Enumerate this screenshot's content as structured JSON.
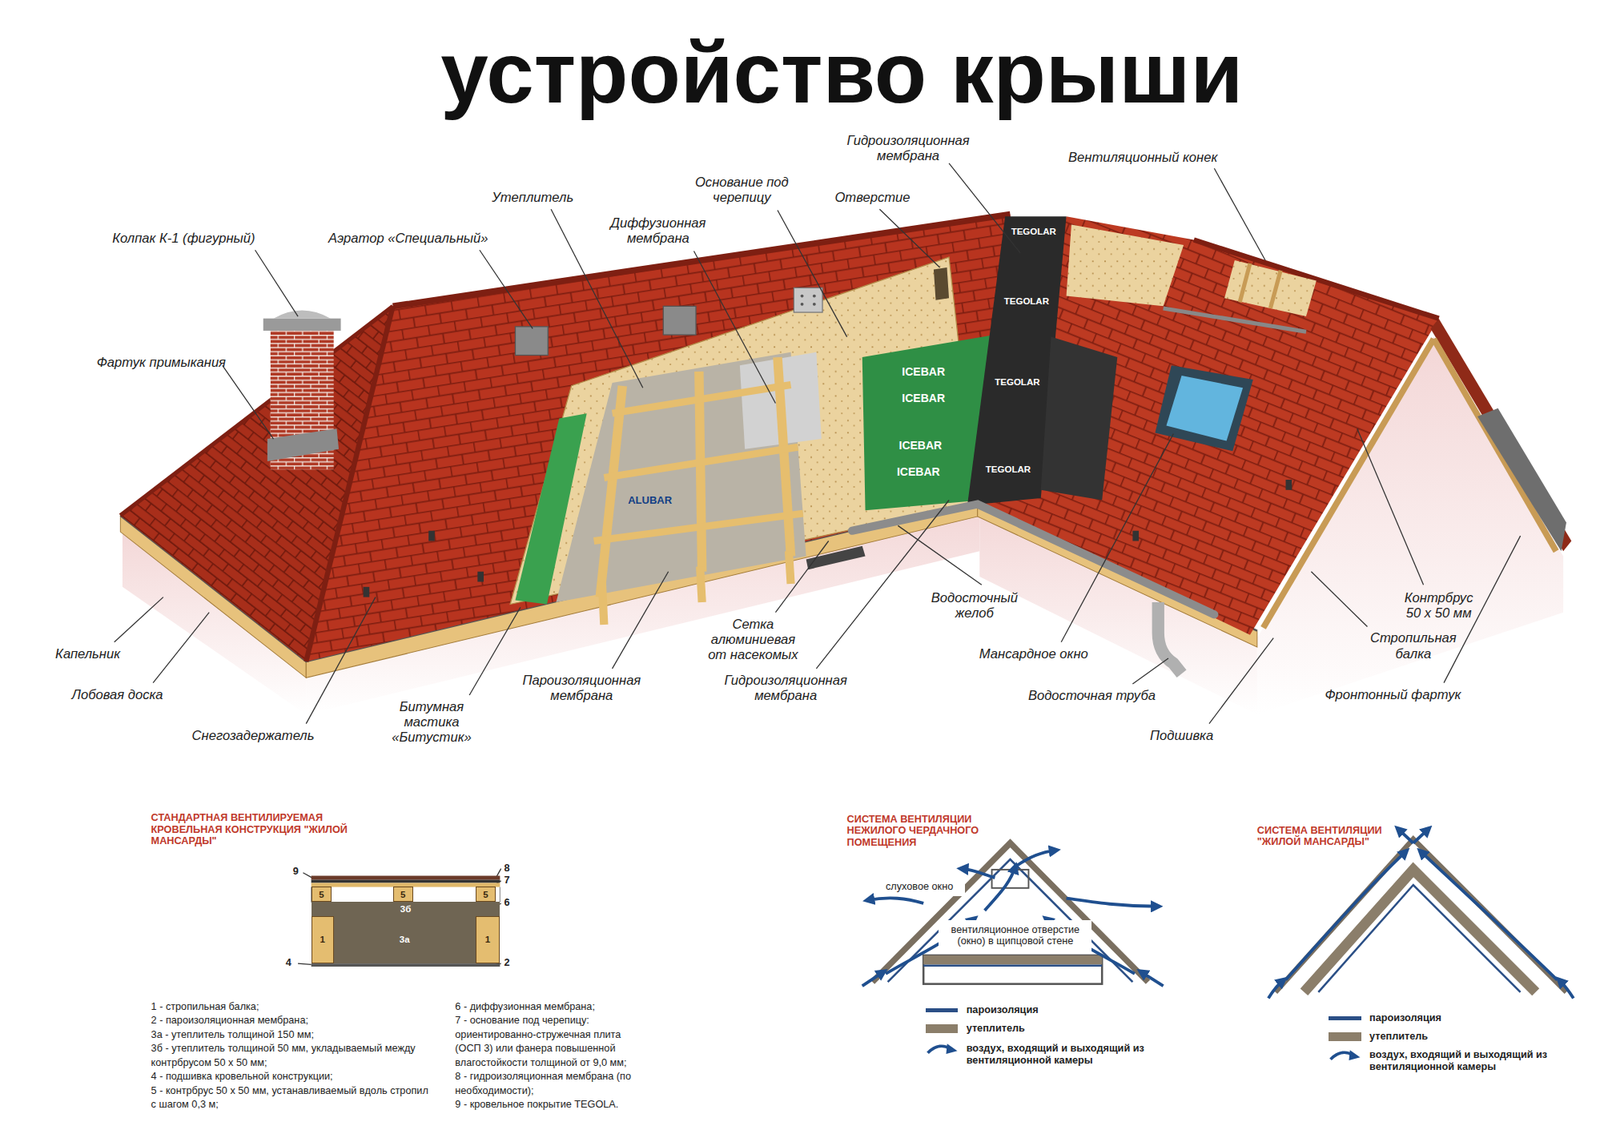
{
  "diagram": {
    "title": "устройство крыши",
    "nodes": [
      {
        "text": [
          "5"
        ]
      },
      {
        "text": [
          "5"
        ]
      },
      {
        "text": [
          "5"
        ]
      },
      {
        "text": [
          "3б"
        ]
      },
      {
        "text": [
          "3а"
        ]
      },
      {
        "text": [
          "1"
        ]
      },
      {
        "text": [
          "1"
        ]
      },
      {
        "text": [
          "слуховое окно"
        ]
      },
      {
        "text": [
          "вентиляционное отверстие (окно) в щипцовой стене"
        ]
      }
    ],
    "labels": [
      "Гидроизоляционная мембрана",
      "Вентиляционный конек",
      "Основание под черепицу",
      "Отверстие",
      "Утеплитель",
      "Диффузионная мембрана",
      "Колпак К-1 (фигурный)",
      "Аэратор «Специальный»",
      "Фартук примыкания",
      "Водосточный желоб",
      "Контрбрус 50 х 50 мм",
      "Сетка алюминиевая от насекомых",
      "Капельник",
      "Мансардное окно",
      "Стропильная балка",
      "Пароизоляционная мембрана",
      "Гидроизоляционная мембрана",
      "Лобовая доска",
      "Водосточная труба",
      "Фронтонный фартук",
      "Битумная мастика «Битустик»",
      "Снегозадержатель",
      "Подшивка",
      "ICEBAR",
      "ICEBAR",
      "ICEBAR",
      "ICEBAR",
      "TEGOLAR",
      "TEGOLAR",
      "TEGOLAR",
      "TEGOLAR",
      "ALUBAR",
      "СТАНДАРТНАЯ ВЕНТИЛИРУЕМАЯ КРОВЕЛЬНАЯ КОНСТРУКЦИЯ \"ЖИЛОЙ МАНСАРДЫ\"",
      "9",
      "8",
      "7",
      "6",
      "4",
      "2",
      "1 - стропильная балка;",
      "2 - пароизоляционная мембрана;",
      "3а - утеплитель толщиной 150 мм;",
      "3б - утеплитель толщиной 50 мм, укладываемый между контрбрусом 50 х 50 мм;",
      "4 - подшивка кровельной конструкции;",
      "5 - контрбрус 50 х 50 мм, устанавливаемый вдоль стропил с шагом 0,3 м;",
      "6 - диффузионная мембрана;",
      "7 - основание под черепицу: ориентированно-стружечная плита (ОСП 3) или фанера повышенной влагостойкости толщиной от 9,0 мм;",
      "8 - гидроизоляционная мембрана (по необходимости);",
      "9 - кровельное покрытие TEGOLA.",
      "СИСТЕМА ВЕНТИЛЯЦИИ НЕЖИЛОГО ЧЕРДАЧНОГО ПОМЕЩЕНИЯ",
      "СИСТЕМА ВЕНТИЛЯЦИИ \"ЖИЛОЙ МАНСАРДЫ\""
    ],
    "legend": [
      {
        "text": "пароизоляция",
        "color": "#2b4f86"
      },
      {
        "text": "утеплитель",
        "color": "#8b7e6a"
      },
      {
        "text": "воздух, входящий и выходящий из вентиляционной камеры"
      },
      {
        "text": "пароизоляция",
        "color": "#2b4f86"
      },
      {
        "text": "утеплитель",
        "color": "#8b7e6a"
      },
      {
        "text": "воздух, входящий и выходящий из вентиляционной камеры"
      }
    ]
  }
}
